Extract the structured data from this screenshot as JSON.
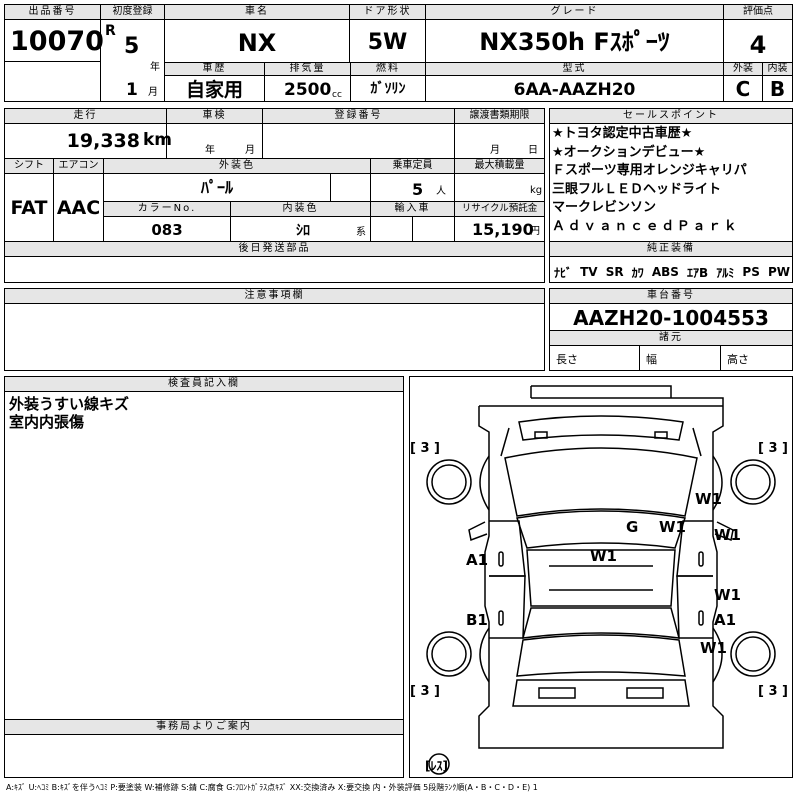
{
  "header": {
    "lot_no_label": "出品番号",
    "lot_no": "10070",
    "first_reg_label": "初度登録",
    "era_mark": "R",
    "first_reg_year": "5",
    "year_unit": "年",
    "first_reg_month": "1",
    "month_unit": "月",
    "model_label": "車名",
    "model": "NX",
    "doors_label": "ドア形状",
    "doors": "5W",
    "grade_label": "グレード",
    "grade": "NX350h Fｽﾎﾟｰﾂ",
    "score_label": "評価点",
    "score": "4",
    "history_label": "車歴",
    "history": "自家用",
    "displacement_label": "排気量",
    "displacement": "2500",
    "displacement_unit": "cc",
    "fuel_label": "燃料",
    "fuel": "ｶﾞｿﾘﾝ",
    "type_label": "型式",
    "type_code": "6AA-AAZH20",
    "ext_grade_label": "外装",
    "ext_grade": "C",
    "int_grade_label": "内装",
    "int_grade": "B"
  },
  "row2": {
    "mileage_label": "走行",
    "mileage": "19,338",
    "mileage_unit": "km",
    "inspection_label": "車検",
    "insp_year_unit": "年",
    "insp_month_unit": "月",
    "reg_no_label": "登録番号",
    "transfer_label": "譲渡書類期限",
    "transfer_month_unit": "月",
    "transfer_day_unit": "日",
    "shift_label": "シフト",
    "shift": "FAT",
    "ac_label": "エアコン",
    "ac": "AAC",
    "color_label": "外装色",
    "color": "ﾊﾟｰﾙ",
    "capacity_label": "乗車定員",
    "capacity": "5",
    "capacity_unit": "人",
    "load_label": "最大積載量",
    "load_unit": "kg",
    "color_no_label": "カラーNo.",
    "color_no": "083",
    "interior_label": "内装色",
    "interior": "ｼﾛ",
    "interior_unit": "系",
    "import_label": "輸入車",
    "recycle_label": "リサイクル預託金",
    "recycle": "15,190",
    "recycle_unit": "円",
    "later_label": "後日発送部品"
  },
  "sales": {
    "label": "セールスポイント",
    "lines": [
      "★トヨタ認定中古車歴★",
      "★オークションデビュー★",
      "Ｆスポーツ専用オレンジキャリパ",
      "三眼フルＬＥＤヘッドライト",
      "マークレビンソン",
      "ＡｄｖａｎｃｅｄＰａｒｋ"
    ]
  },
  "equipment": {
    "label": "純正装備",
    "items": [
      "ﾅﾋﾞ",
      "TV",
      "SR",
      "ｶﾜ",
      "ABS",
      "ｴｱB",
      "ｱﾙﾐ",
      "PS",
      "PW"
    ]
  },
  "notes": {
    "label": "注意事項欄"
  },
  "chassis": {
    "label": "車台番号",
    "number": "AAZH20-1004553",
    "spec_label": "諸元",
    "length_label": "長さ",
    "width_label": "幅",
    "height_label": "高さ"
  },
  "inspector": {
    "label": "検査員記入欄",
    "lines": [
      "外装うすい線キズ",
      "室内内張傷"
    ]
  },
  "office": {
    "label": "事務局よりご案内"
  },
  "diagram": {
    "tread_fl": "[ 3 ]",
    "tread_fr": "[ 3 ]",
    "tread_rl": "[ 3 ]",
    "tread_rr": "[ 3 ]",
    "spare": "[ﾚｽ]",
    "marks": {
      "w1_front_fender": "W1",
      "g_windshield": "G",
      "w1_windshield": "W1",
      "w1_front_door": "W1",
      "w1_hood_center": "W1",
      "a1_left_front_door": "A1",
      "w1_rear_door": "W1",
      "b1_left_rear_door": "B1",
      "a1_right_rear_door": "A1",
      "w1_rear_fender": "W1"
    }
  },
  "legend": "A:ｷｽﾞ  U:ﾍｺﾐ  B:ｷｽﾞを伴うﾍｺﾐ  P:要塗装  W:補修跡  S:錆  C:腐食  G:ﾌﾛﾝﾄｶﾞﾗｽ点ｷｽﾞ  XX:交換済み  X:要交換   内・外装評価  5段階ﾗﾝｸ順(A・B・C・D・E) 1"
}
